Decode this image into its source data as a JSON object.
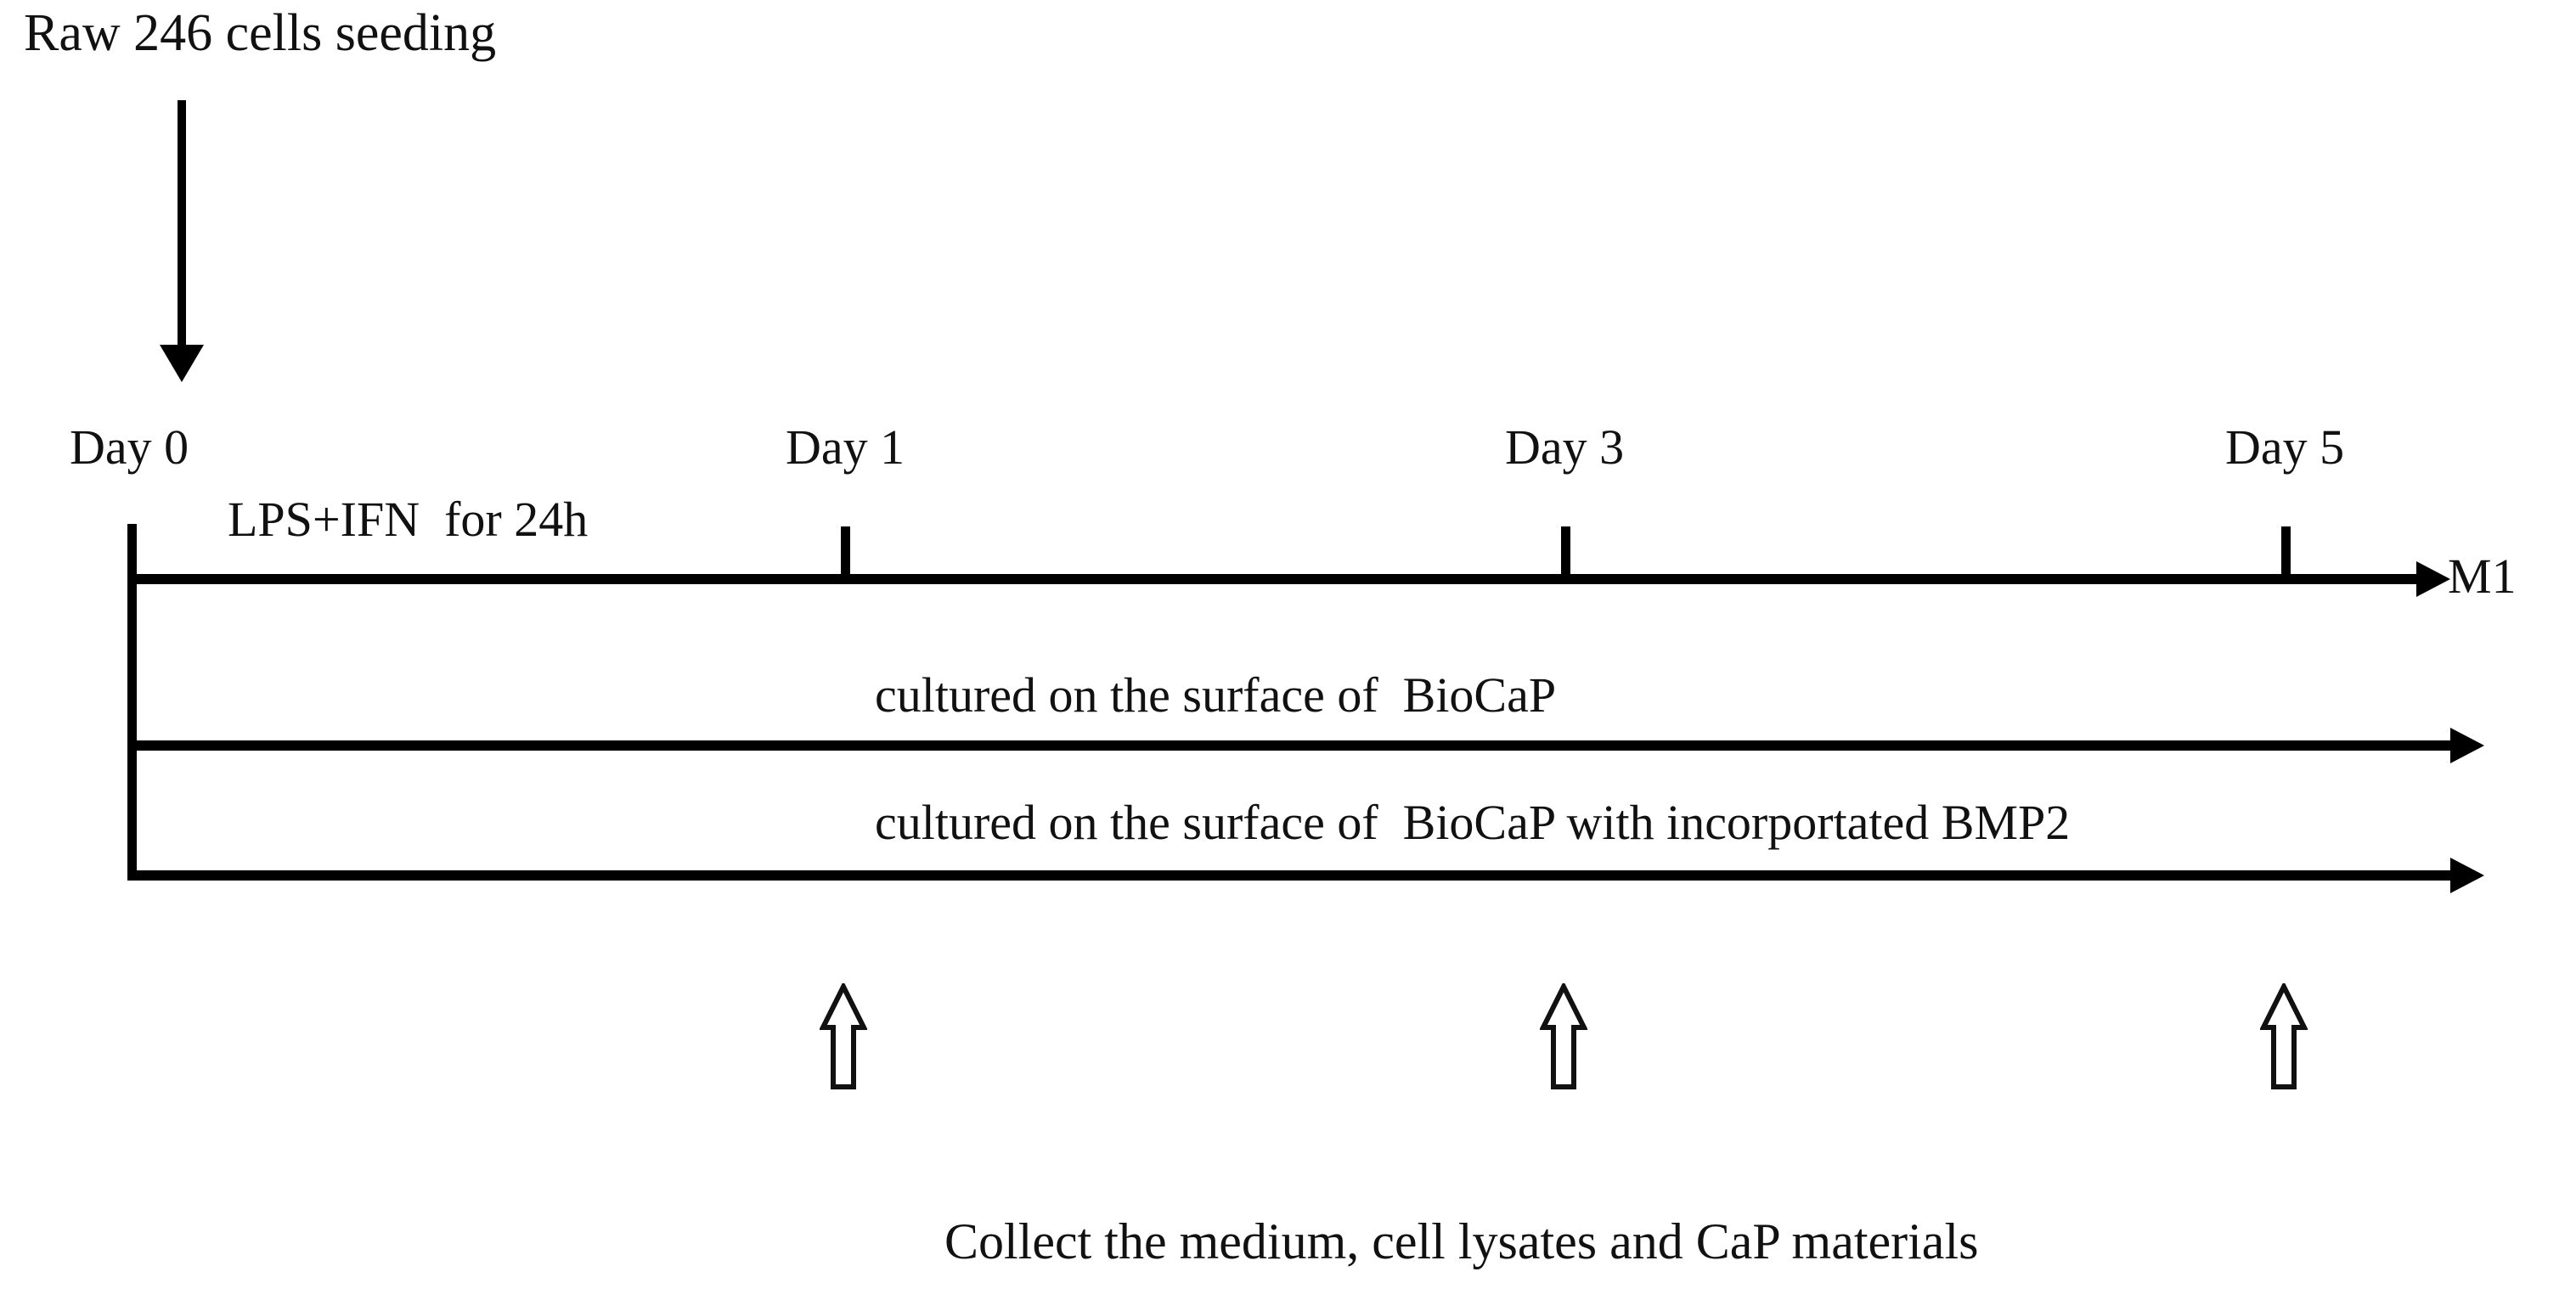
{
  "diagram": {
    "title": "Raw 246 cells seeding",
    "end_label": "M1",
    "treatment_label": "LPS+IFN  for 24h",
    "caption": "Collect the medium, cell lysates and CaP materials",
    "stroke_color": "#000000",
    "background_color": "#ffffff",
    "timeline": {
      "ticks": [
        {
          "label": "Day 0"
        },
        {
          "label": "Day 1"
        },
        {
          "label": "Day 3"
        },
        {
          "label": "Day 5"
        }
      ]
    },
    "tracks": [
      {
        "label": "LPS+IFN  for 24h",
        "end_label": "M1"
      },
      {
        "label": "cultured on the surface of  BioCaP"
      },
      {
        "label": "cultured on the surface of  BioCaP with incorportated BMP2"
      }
    ],
    "collection_points": [
      {
        "at": "Day 1",
        "icon": "up-arrow-outline-icon"
      },
      {
        "at": "Day 3",
        "icon": "up-arrow-outline-icon"
      },
      {
        "at": "Day 5",
        "icon": "up-arrow-outline-icon"
      }
    ],
    "icons": {
      "seeding_arrow": "arrow-down-icon",
      "timeline_arrow": "arrow-right-icon",
      "collect_arrow": "arrow-up-outline-icon"
    }
  }
}
